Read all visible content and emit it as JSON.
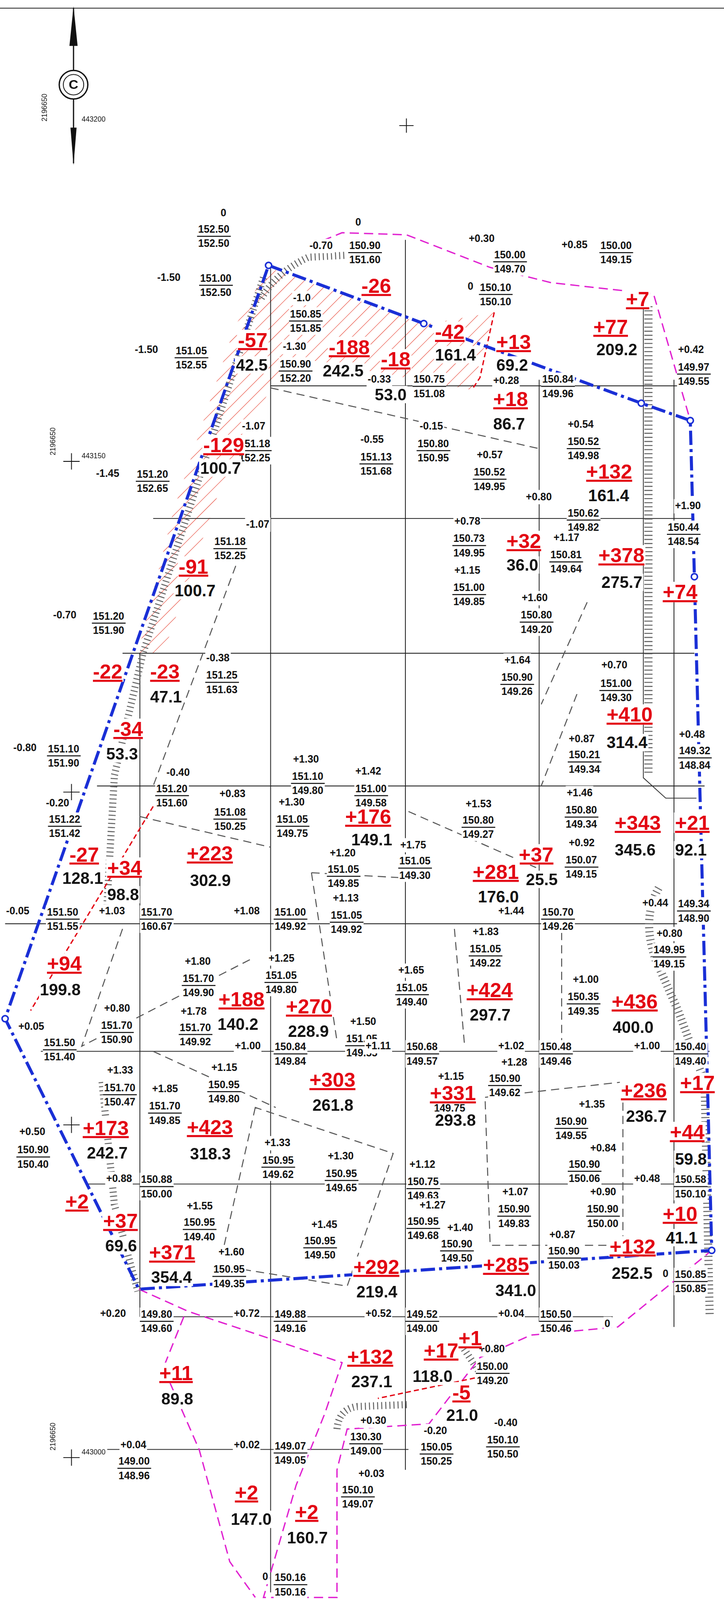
{
  "diagram": {
    "labels": [
      "С",
      "2196650",
      "443200",
      "2196650",
      "443150",
      "2196650",
      "443000",
      "0",
      "0",
      "152.50",
      "152.50",
      "-0.70",
      "150.90",
      "151.60",
      "+0.30",
      "150.00",
      "149.70",
      "+0.85",
      "150.00",
      "149.15",
      "-1.50",
      "151.00",
      "152.50",
      "-1.0",
      "150.85",
      "151.85",
      "0",
      "150.10",
      "150.10",
      "+0.42",
      "149.97",
      "149.55",
      "-1.50",
      "151.05",
      "152.55",
      "-1.30",
      "150.90",
      "152.20",
      "-0.33",
      "150.75",
      "151.08",
      "+0.28",
      "150.84",
      "149.96",
      "-1.07",
      "151.18",
      "152.25",
      "-0.55",
      "151.13",
      "151.68",
      "-0.15",
      "150.80",
      "150.95",
      "+0.54",
      "150.52",
      "149.98",
      "+0.57",
      "150.52",
      "149.95",
      "-1.45",
      "151.20",
      "152.65",
      "+0.80",
      "150.62",
      "149.82",
      "+1.90",
      "150.44",
      "148.54",
      "-1.07",
      "151.18",
      "152.25",
      "+0.78",
      "150.73",
      "149.95",
      "+1.17",
      "150.81",
      "149.64",
      "+1.15",
      "151.00",
      "149.85",
      "+1.60",
      "150.80",
      "149.20",
      "-0.70",
      "151.20",
      "151.90",
      "-0.38",
      "151.25",
      "151.63",
      "+1.64",
      "150.90",
      "149.26",
      "+0.70",
      "151.00",
      "149.30",
      "+0.48",
      "149.32",
      "148.84",
      "+0.87",
      "150.21",
      "149.34",
      "-0.80",
      "151.10",
      "151.90",
      "+1.30",
      "151.10",
      "149.80",
      "+1.42",
      "151.00",
      "149.58",
      "-0.40",
      "151.20",
      "151.60",
      "+1.46",
      "150.80",
      "149.34",
      "+1.53",
      "150.80",
      "149.27",
      "+0.83",
      "151.08",
      "150.25",
      "+1.30",
      "151.05",
      "149.75",
      "-0.20",
      "151.22",
      "151.42",
      "+0.92",
      "150.07",
      "149.15",
      "+1.20",
      "151.05",
      "149.85",
      "+1.75",
      "151.05",
      "149.30",
      "+0.44",
      "149.34",
      "148.90",
      "+1.13",
      "151.05",
      "149.92",
      "-0.05",
      "151.50",
      "151.55",
      "+1.03",
      "151.70",
      "160.67",
      "+1.08",
      "151.00",
      "149.92",
      "+1.44",
      "150.70",
      "149.26",
      "+1.83",
      "151.05",
      "149.22",
      "+0.80",
      "149.95",
      "149.15",
      "+1.80",
      "151.70",
      "149.90",
      "+1.25",
      "151.05",
      "149.80",
      "+1.65",
      "151.05",
      "149.40",
      "+1.00",
      "150.35",
      "149.35",
      "+0.80",
      "151.70",
      "150.90",
      "+1.78",
      "151.70",
      "149.92",
      "+1.50",
      "151.05",
      "149.55",
      "+0.05",
      "151.50",
      "151.40",
      "+1.00",
      "150.84",
      "149.84",
      "+1.11",
      "150.68",
      "149.57",
      "+1.02",
      "150.48",
      "149.46",
      "+1.00",
      "150.40",
      "149.40",
      "+1.28",
      "150.90",
      "149.62",
      "+1.33",
      "151.70",
      "150.47",
      "+1.15",
      "150.95",
      "149.80",
      "+1.15",
      "150.90",
      "149.75",
      "+1.85",
      "151.70",
      "149.85",
      "+1.35",
      "150.90",
      "149.55",
      "+0.50",
      "150.90",
      "150.40",
      "+1.33",
      "150.95",
      "149.62",
      "+1.30",
      "150.95",
      "149.65",
      "+0.84",
      "150.90",
      "150.06",
      "+1.12",
      "150.75",
      "149.63",
      "+0.88",
      "150.88",
      "150.00",
      "+0.48",
      "150.58",
      "150.10",
      "+1.27",
      "150.95",
      "149.68",
      "+1.07",
      "150.90",
      "149.83",
      "+0.90",
      "150.90",
      "150.00",
      "+1.55",
      "150.95",
      "149.40",
      "+1.40",
      "150.90",
      "149.50",
      "+0.87",
      "150.90",
      "150.03",
      "+1.45",
      "150.95",
      "149.50",
      "+1.60",
      "150.95",
      "149.35",
      "0",
      "150.85",
      "150.85",
      "+0.20",
      "149.80",
      "149.60",
      "+0.72",
      "149.88",
      "149.16",
      "+0.52",
      "149.52",
      "149.00",
      "+0.04",
      "150.50",
      "150.46",
      "+0.80",
      "150.00",
      "149.20",
      "+0.30",
      "130.30",
      "149.00",
      "-0.20",
      "150.05",
      "150.25",
      "-0.40",
      "150.10",
      "150.50",
      "+0.04",
      "149.00",
      "148.96",
      "+0.02",
      "149.07",
      "149.05",
      "+0.03",
      "150.10",
      "149.07",
      "0",
      "150.16",
      "150.16",
      "0",
      "-26",
      "+7",
      "+77",
      "209.2",
      "-57",
      "42.5",
      "-188",
      "242.5",
      "-42",
      "161.4",
      "+13",
      "69.2",
      "-18",
      "53.0",
      "+18",
      "86.7",
      "-129",
      "100.7",
      "+132",
      "161.4",
      "-91",
      "100.7",
      "+32",
      "36.0",
      "+378",
      "275.7",
      "+74",
      "-22",
      "-23",
      "47.1",
      "-34",
      "53.3",
      "+410",
      "314.4",
      "+176",
      "149.1",
      "+37",
      "25.5",
      "+343",
      "345.6",
      "+21",
      "92.1",
      "-27",
      "128.1",
      "+34",
      "98.8",
      "+223",
      "302.9",
      "+281",
      "176.0",
      "+94",
      "199.8",
      "+188",
      "140.2",
      "+270",
      "228.9",
      "+424",
      "297.7",
      "+436",
      "400.0",
      "+303",
      "261.8",
      "+331",
      "293.8",
      "+236",
      "236.7",
      "+17",
      "+173",
      "242.7",
      "+423",
      "318.3",
      "+44",
      "59.8",
      "+2",
      "+37",
      "69.6",
      "+371",
      "354.4",
      "+292",
      "219.4",
      "+285",
      "341.0",
      "+132",
      "252.5",
      "+10",
      "41.1",
      "+132",
      "237.1",
      "+17",
      "118.0",
      "+1",
      "-5",
      "21.0",
      "+11",
      "89.8",
      "+2",
      "147.0",
      "+2",
      "160.7"
    ]
  }
}
